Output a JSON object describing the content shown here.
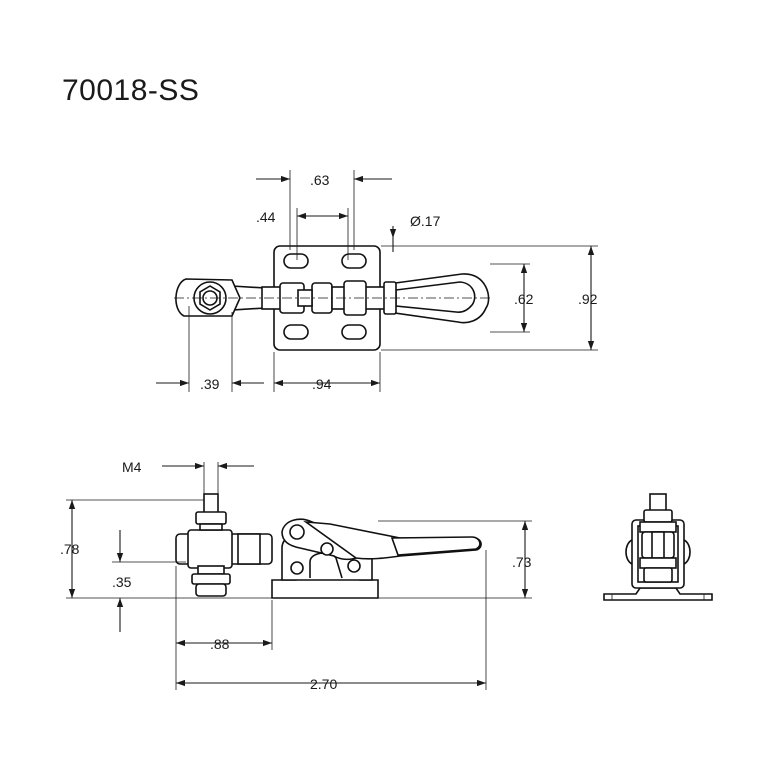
{
  "title": "70018-SS",
  "top_view": {
    "dims": {
      "d063": ".63",
      "d044": ".44",
      "hole": "Ø.17",
      "d062": ".62",
      "d092": ".92",
      "d039": ".39",
      "d094": ".94"
    }
  },
  "side_view": {
    "dims": {
      "m4": "M4",
      "d078": ".78",
      "d035": ".35",
      "d073": ".73",
      "d088": ".88",
      "d270": "2.70"
    }
  }
}
